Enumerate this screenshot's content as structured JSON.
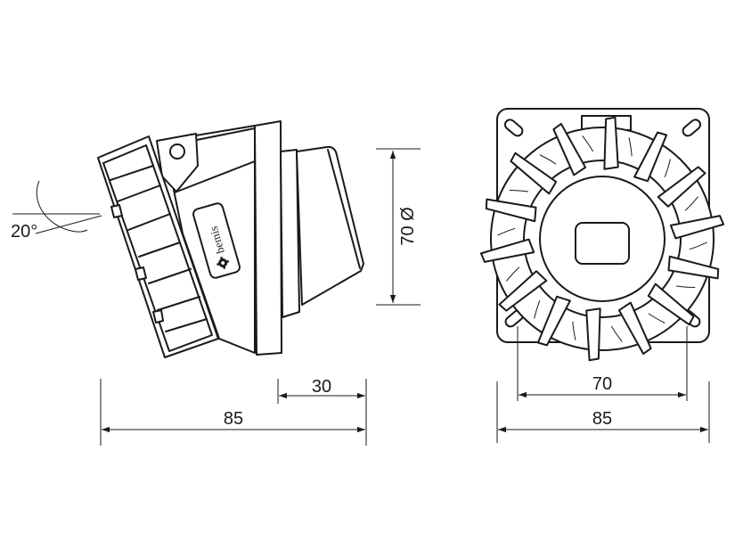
{
  "brand": {
    "name": "bemis",
    "logo_icon": "gear-icon"
  },
  "dimensions": {
    "angle": "20°",
    "diameter": "70 Ø",
    "side_protrusion": "30",
    "side_total": "85",
    "front_hole_spacing": "70",
    "front_total": "85"
  }
}
